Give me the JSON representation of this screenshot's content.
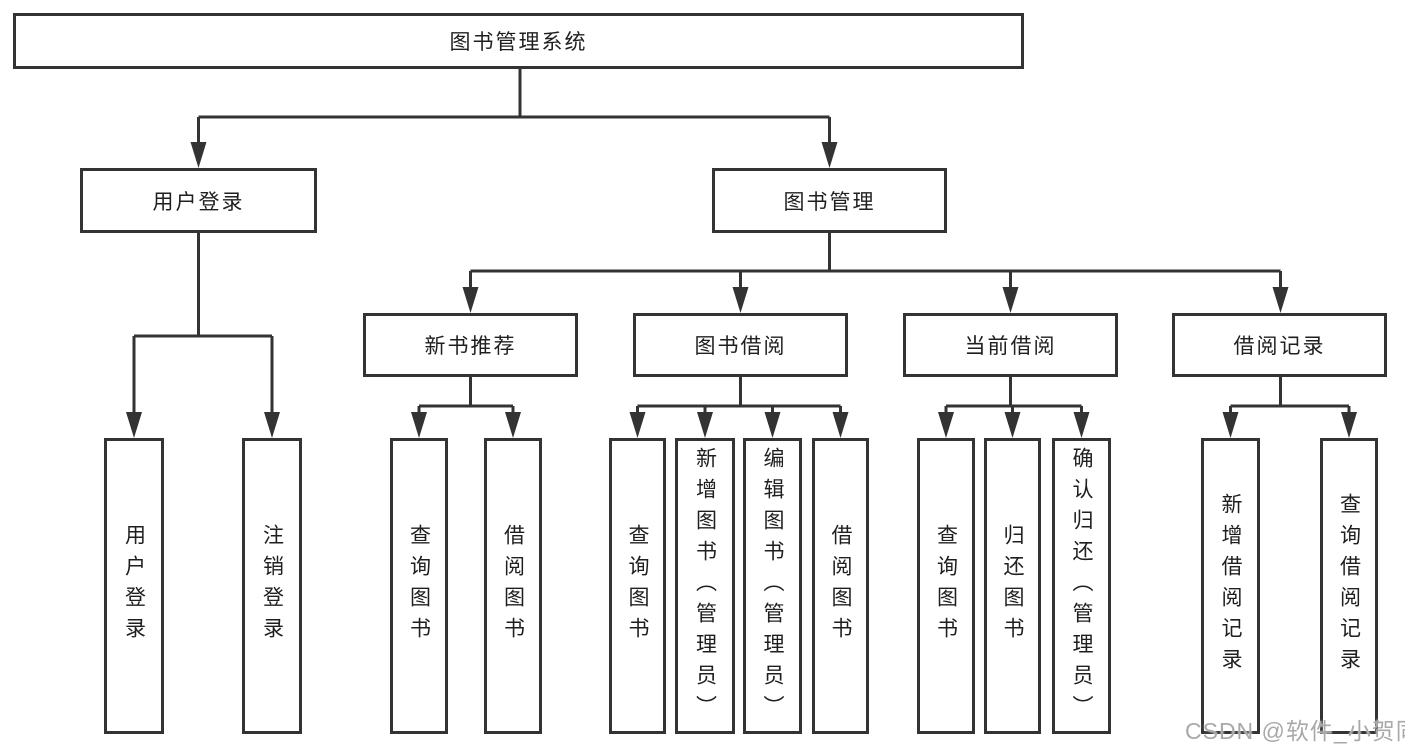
{
  "tree": {
    "root": {
      "label": "图书管理系统"
    },
    "level2": [
      {
        "label": "用户登录",
        "children": [
          {
            "label": "用户登录"
          },
          {
            "label": "注销登录"
          }
        ]
      },
      {
        "label": "图书管理",
        "children": [
          {
            "label": "新书推荐",
            "children": [
              {
                "label": "查询图书"
              },
              {
                "label": "借阅图书"
              }
            ]
          },
          {
            "label": "图书借阅",
            "children": [
              {
                "label": "查询图书"
              },
              {
                "label": "新增图书（管理员）"
              },
              {
                "label": "编辑图书（管理员）"
              },
              {
                "label": "借阅图书"
              }
            ]
          },
          {
            "label": "当前借阅",
            "children": [
              {
                "label": "查询图书"
              },
              {
                "label": "归还图书"
              },
              {
                "label": "确认归还（管理员）"
              }
            ]
          },
          {
            "label": "借阅记录",
            "children": [
              {
                "label": "新增借阅记录"
              },
              {
                "label": "查询借阅记录"
              }
            ]
          }
        ]
      }
    ]
  },
  "watermark": {
    "text": "CSDN @软件_小贺同学"
  },
  "colors": {
    "line": "#333333",
    "box_border": "#333333",
    "text": "#1f1f1f",
    "watermark": "#a9a9a9",
    "background": "#ffffff"
  }
}
